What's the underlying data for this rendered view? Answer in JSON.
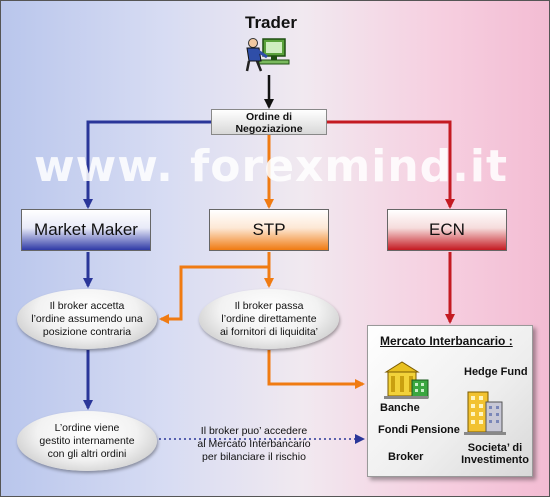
{
  "trader": {
    "label": "Trader",
    "icon": "trader-computer-icon"
  },
  "order": {
    "line1": "Ordine di",
    "line2": "Negoziazione"
  },
  "watermark": "www. forexmind.it",
  "models": {
    "market_maker": "Market Maker",
    "stp": "STP",
    "ecn": "ECN"
  },
  "steps": {
    "mm_accept": [
      "Il broker accetta",
      "l’ordine assumendo una",
      "posizione contraria"
    ],
    "stp_pass": [
      "Il broker passa",
      "l’ordine direttamente",
      "ai fornitori di liquidita’"
    ],
    "mm_internal": [
      "L’ordine viene",
      "gestito internamente",
      "con gli altri ordini"
    ],
    "interbank_note": [
      "Il broker puo’ accedere",
      "al  Mercato Interbancario",
      "per bilanciare il rischio"
    ]
  },
  "market": {
    "title": "Mercato Interbancario :",
    "participants": {
      "banche": "Banche",
      "hedge_fund": "Hedge Fund",
      "fondi_pensione": "Fondi Pensione",
      "broker": "Broker",
      "societa_line1": "Societa’ di",
      "societa_line2": "Investimento"
    },
    "icons": [
      "bank-building-icon",
      "skyscraper-icon"
    ]
  },
  "colors": {
    "market_maker": "#2a3699",
    "stp": "#f07b12",
    "ecn": "#c41a22",
    "trader_line": "#111111"
  }
}
